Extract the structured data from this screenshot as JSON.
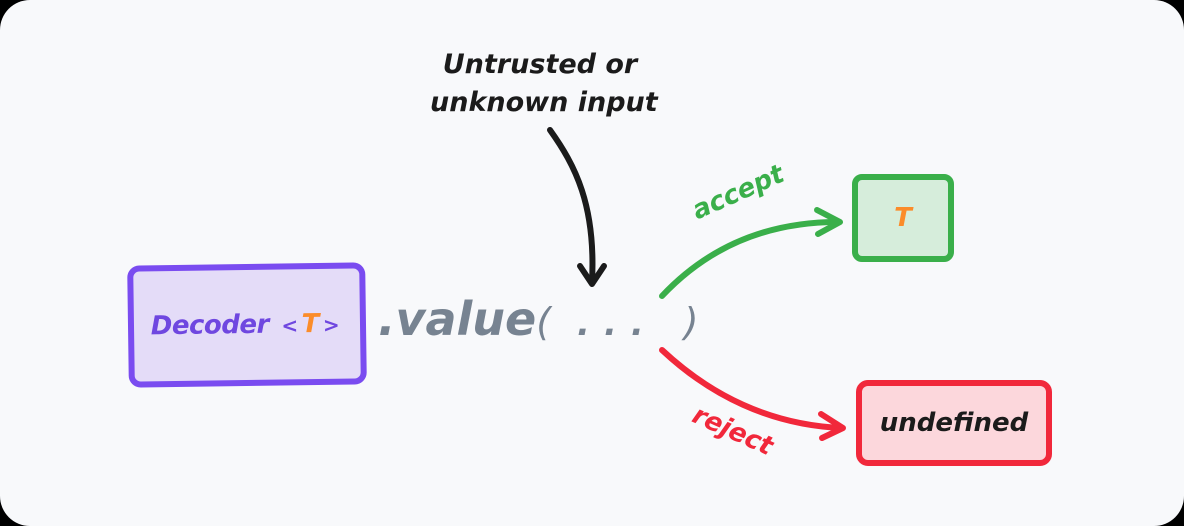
{
  "diagram": {
    "input_label_line1": "Untrusted or",
    "input_label_line2": "unknown input",
    "decoder": {
      "name": "Decoder",
      "open_bracket": "<",
      "type_param": "T",
      "close_bracket": ">"
    },
    "call": {
      "method": ".value",
      "open_paren": "(",
      "args": "...",
      "close_paren": ")"
    },
    "accept_edge_label": "accept",
    "reject_edge_label": "reject",
    "accept_result": "T",
    "reject_result": "undefined",
    "colors": {
      "background": "#f8f9fb",
      "decoder_border": "#7a4cf0",
      "decoder_fill": "#e4dcf8",
      "type_param": "#fb8c2a",
      "call_text": "#778391",
      "accept": "#3aaf4a",
      "accept_fill": "#d6eddb",
      "reject": "#f1283b",
      "reject_fill": "#fcd7dc",
      "input_arrow": "#1b1b1b"
    }
  }
}
